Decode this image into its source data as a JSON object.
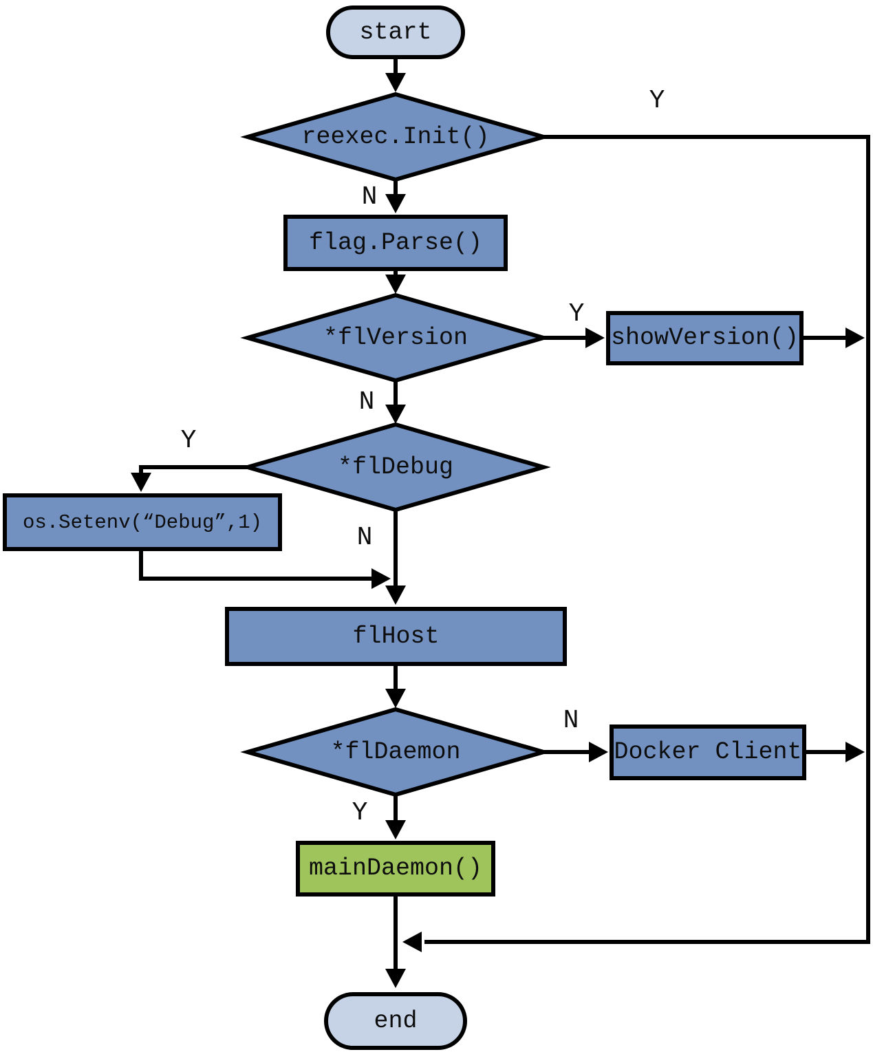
{
  "diagram": {
    "type": "flowchart",
    "colors": {
      "node_fill": "#7291c1",
      "terminator_fill": "#c6d3e7",
      "highlight_fill": "#9fc45c",
      "stroke": "#000000",
      "text": "#0d0d0d"
    },
    "nodes": {
      "start": "start",
      "reexec_init": "reexec.Init()",
      "flag_parse": "flag.Parse()",
      "fl_version": "*flVersion",
      "show_version": "showVersion()",
      "fl_debug": "*flDebug",
      "os_setenv": "os.Setenv(“Debug”,1)",
      "fl_host": "flHost",
      "fl_daemon": "*flDaemon",
      "docker_client": "Docker Client",
      "main_daemon": "mainDaemon()",
      "end": "end"
    },
    "edge_labels": {
      "reexec_yes": "Y",
      "reexec_no": "N",
      "version_yes": "Y",
      "version_no": "N",
      "debug_yes": "Y",
      "debug_no": "N",
      "daemon_no": "N",
      "daemon_yes": "Y"
    }
  }
}
